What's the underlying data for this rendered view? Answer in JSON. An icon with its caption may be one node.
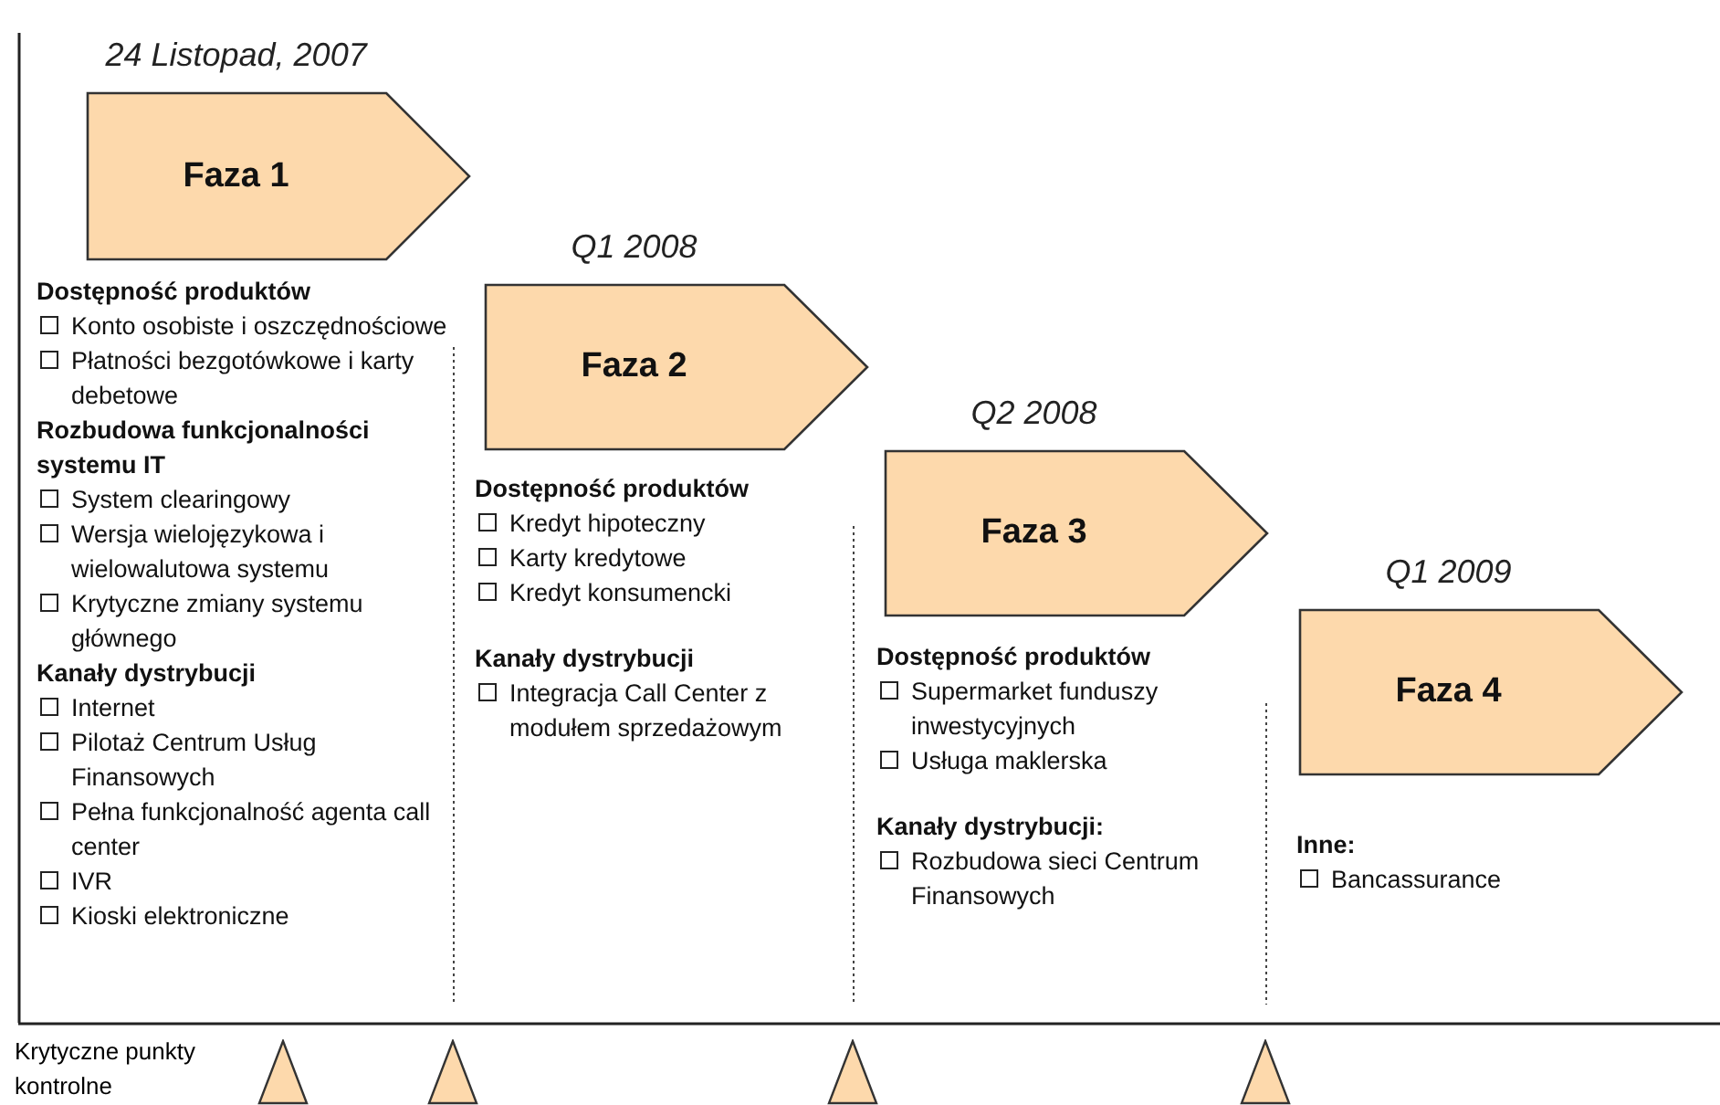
{
  "diagram": {
    "nodes": [
      {
        "text": [
          "Faza 1"
        ],
        "beside": [
          "24 Listopad, 2007"
        ]
      },
      {
        "text": [
          "Faza 2"
        ],
        "beside": [
          "Q1 2008"
        ]
      },
      {
        "text": [
          "Faza 3"
        ],
        "beside": [
          "Q2 2008"
        ]
      },
      {
        "text": [
          "Faza 4"
        ],
        "beside": [
          "Q1 2009"
        ]
      },
      {
        "text": [],
        "shape": "triangle"
      },
      {
        "text": [],
        "shape": "triangle"
      },
      {
        "text": [],
        "shape": "triangle"
      },
      {
        "text": [],
        "shape": "triangle"
      }
    ],
    "edges": [],
    "labels": [
      "Dostępność produktów",
      "Konto osobiste i oszczędnościowe",
      "Płatności bezgotówkowe i karty debetowe",
      "Rozbudowa funkcjonalności systemu IT",
      "System clearingowy",
      "Wersja wielojęzykowa i wielowalutowa systemu",
      "Krytyczne zmiany systemu głównego",
      "Kanały dystrybucji",
      "Internet",
      "Pilotaż Centrum Usług Finansowych",
      "Pełna funkcjonalność agenta call center",
      "IVR",
      "Kioski elektroniczne",
      "Dostępność produktów",
      "Kredyt hipoteczny",
      "Karty kredytowe",
      "Kredyt konsumencki",
      "Kanały dystrybucji",
      "Integracja Call Center z modułem sprzedażowym",
      "Dostępność produktów",
      "Supermarket funduszy inwestycyjnych",
      "Usługa maklerska",
      "Kanały dystrybucji:",
      "Rozbudowa sieci Centrum Finansowych",
      "Inne:",
      "Bancassurance",
      "Krytyczne punkty kontrolne"
    ]
  }
}
